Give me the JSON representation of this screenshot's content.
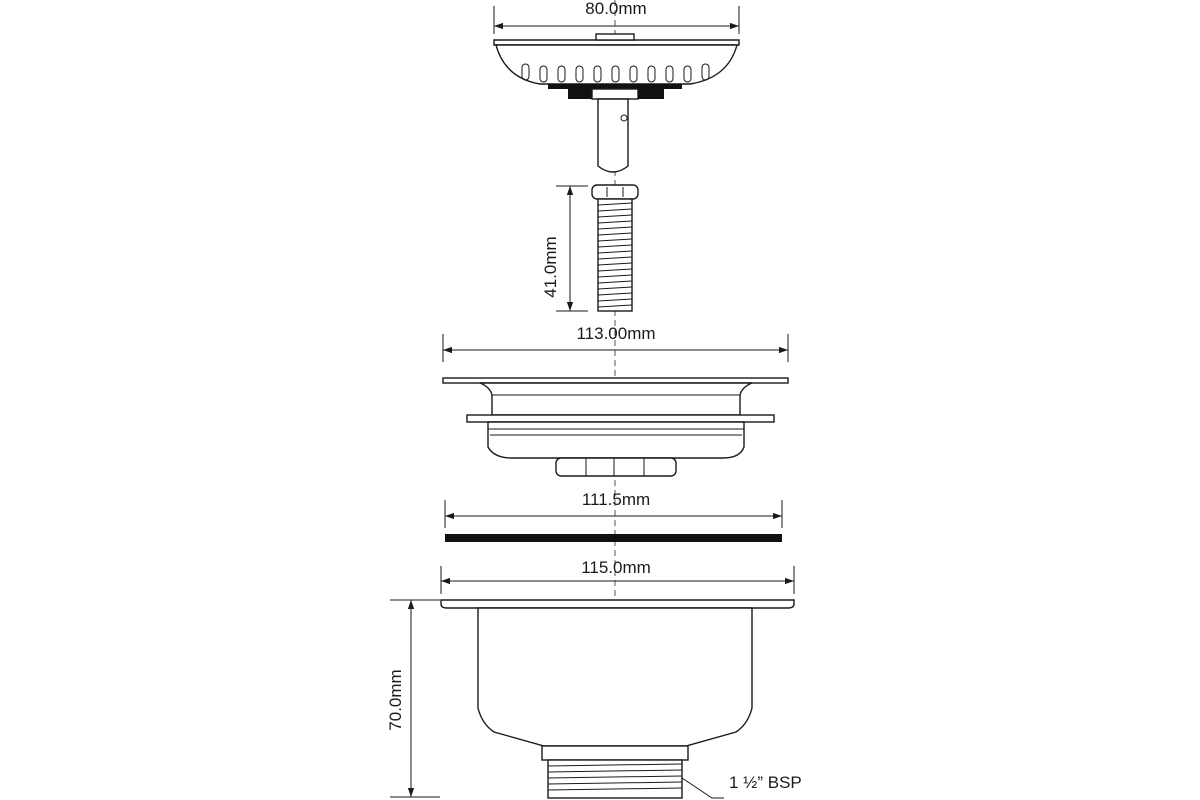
{
  "dimensions": {
    "strainer_basket_width": "80.0mm",
    "threaded_rod_length": "41.0mm",
    "sink_flange_width": "113.00mm",
    "gasket_width": "111.5mm",
    "drain_body_width": "115.0mm",
    "drain_body_height": "70.0mm"
  },
  "thread_callout": "1 ½” BSP",
  "colors": {
    "line": "#1a1a1a",
    "gasket": "#111111",
    "background": "#ffffff"
  }
}
